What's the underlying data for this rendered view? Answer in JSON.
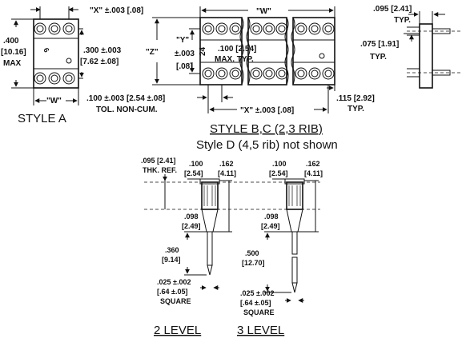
{
  "style_a": {
    "caption": "STYLE A",
    "dim_x": "\"X\" ±.003 [.08]",
    "dim_height_in": ".400",
    "dim_height_mm": "[10.16]",
    "dim_height_note": "MAX",
    "dim_row_in": ".300 ±.003",
    "dim_row_mm": "[7.62 ±.08]",
    "dim_w": "\"W\""
  },
  "style_bc": {
    "caption": "STYLE B,C (2,3 RIB)",
    "subcaption": "Style D (4,5 rib) not shown",
    "dim_w": "\"W\"",
    "dim_y": "\"Y\"",
    "dim_z": "\"Z\"",
    "dim_z_tol_in": "±.003",
    "dim_z_tol_mm": "[.08]",
    "pin_label": "24",
    "pitch_in": ".100 [2.54]",
    "pitch_note": "MAX. TYP.",
    "pitch_tol_in": ".100 ±.003 [2.54 ±.08]",
    "pitch_tol_note": "TOL. NON-CUM.",
    "dim_x": "\"X\" ±.003 [.08]",
    "dim_115": ".115 [2.92]",
    "dim_115_note": "TYP."
  },
  "side_view": {
    "dim_095": ".095 [2.41]",
    "dim_095_note": "TYP.",
    "dim_075": ".075 [1.91]",
    "dim_075_note": "TYP."
  },
  "levels": {
    "thk_ref_in": ".095 [2.41]",
    "thk_ref_note": "THK. REF.",
    "pitch_in": ".100",
    "pitch_mm": "[2.54]",
    "height_in": ".162",
    "height_mm": "[4.11]",
    "dim_098_in": ".098",
    "dim_098_mm": "[2.49]",
    "two_level_pin_in": ".360",
    "two_level_pin_mm": "[9.14]",
    "three_level_pin_in": ".500",
    "three_level_pin_mm": "[12.70]",
    "square_in": ".025 ±.002",
    "square_mm": "[.64 ±.05]",
    "square_note": "SQUARE",
    "caption_two": "2 LEVEL",
    "caption_three": "3 LEVEL"
  }
}
